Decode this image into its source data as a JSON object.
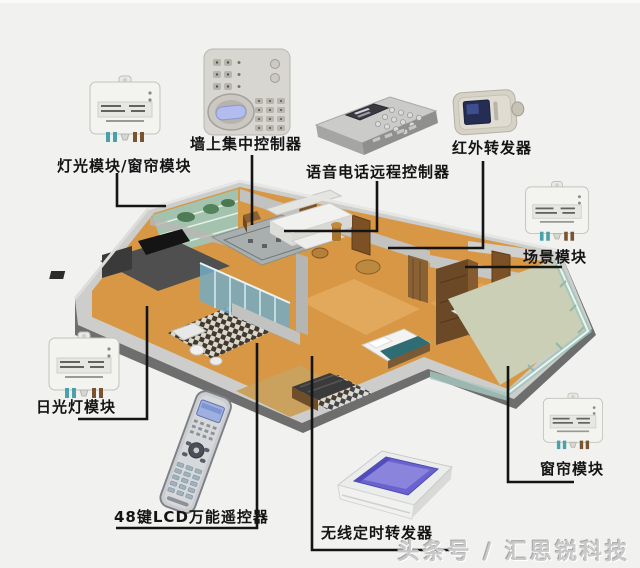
{
  "diagram_title": "smart-home-control-system-floorplan",
  "colors": {
    "background": "#f1f1f0",
    "connector_line": "#141414",
    "label_text": "#141414",
    "watermark_gray": "#c9c9c9",
    "floor_wood": "#d79744",
    "glass_green_balcony": "#a3c3ae",
    "glass_blue_partition": "#74aac2",
    "glass_teal_balcony": "#bcd8d2",
    "module_body": "#f3f3f0",
    "terminal_teal": "#49a2aa",
    "terminal_brown": "#7a5330",
    "lcd_lavender": "#b3bcee",
    "screen_indigo": "#6a63cf",
    "ir_screen_navy": "#252e52"
  },
  "labels": {
    "light_curtain_module": "灯光模块/窗帘模块",
    "wall_controller": "墙上集中控制器",
    "voice_phone_controller": "语音电话远程控制器",
    "ir_repeater": "红外转发器",
    "scene_module": "场景模块",
    "curtain_module": "窗帘模块",
    "fluorescent_module": "日光灯模块",
    "remote_48key": "48键LCD万能遥控器",
    "wireless_timer": "无线定时转发器"
  },
  "devices": [
    {
      "id": "light-curtain-module",
      "label": "灯光模块/窗帘模块",
      "type": "wiring-module"
    },
    {
      "id": "wall-controller",
      "label": "墙上集中控制器",
      "type": "wall-panel"
    },
    {
      "id": "voice-phone-controller",
      "label": "语音电话远程控制器",
      "type": "desktop-unit"
    },
    {
      "id": "ir-repeater",
      "label": "红外转发器",
      "type": "ir-unit"
    },
    {
      "id": "scene-module",
      "label": "场景模块",
      "type": "wiring-module"
    },
    {
      "id": "curtain-module",
      "label": "窗帘模块",
      "type": "wiring-module"
    },
    {
      "id": "fluorescent-module",
      "label": "日光灯模块",
      "type": "wiring-module"
    },
    {
      "id": "remote-48key",
      "label": "48键LCD万能遥控器",
      "type": "remote-control"
    },
    {
      "id": "wireless-timer",
      "label": "无线定时转发器",
      "type": "desktop-unit"
    }
  ],
  "scene": {
    "watermark": "头条号 / 汇思锐科技"
  }
}
